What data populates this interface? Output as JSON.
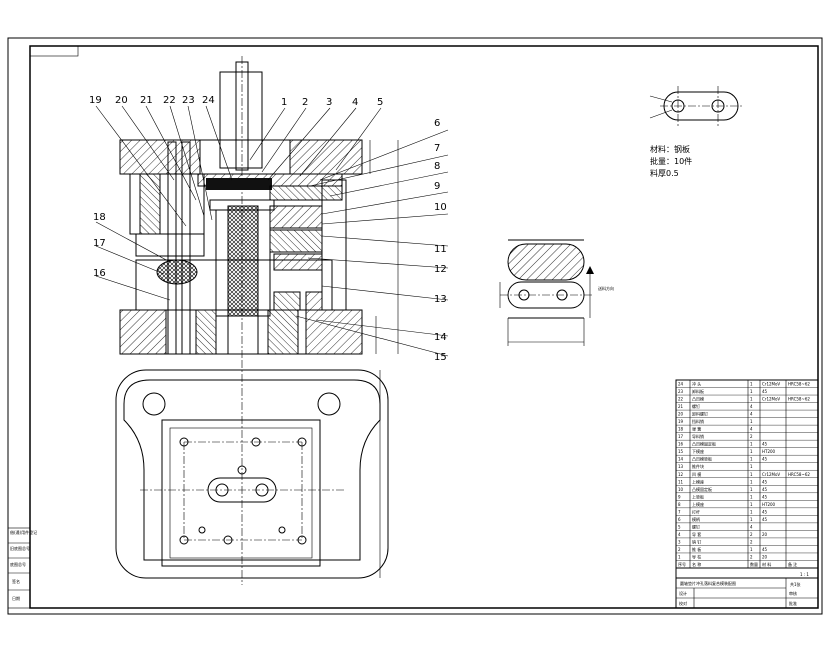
{
  "drawing": {
    "part_labels": [
      "1",
      "2",
      "3",
      "4",
      "5",
      "6",
      "7",
      "8",
      "9",
      "10",
      "11",
      "12",
      "13",
      "14",
      "15",
      "16",
      "17",
      "18",
      "19",
      "20",
      "21",
      "22",
      "23",
      "24"
    ],
    "part_material": "材料：钢板",
    "part_quantity": "批量：10件",
    "part_thickness": "料厚0.5",
    "strip_feed_label": "送料方向",
    "title_block_name": "圆轴垫片冲孔落料复合模装配图",
    "scale": "1 : 1",
    "sheet_info": "共1张",
    "left_stamp": [
      "借(通)用件登记",
      "旧底图总号",
      "底图总号",
      "签名",
      "日期"
    ]
  },
  "bom": {
    "header": [
      "序号",
      "名 称",
      "数量",
      "材 料",
      "备 注"
    ],
    "rows": [
      [
        "24",
        "冲 头",
        "1",
        "Cr12MoV",
        "HRC58~62"
      ],
      [
        "23",
        "卸料板",
        "1",
        "45",
        ""
      ],
      [
        "22",
        "凸凹模",
        "1",
        "Cr12MoV",
        "HRC58~62"
      ],
      [
        "21",
        "螺钉",
        "4",
        "",
        ""
      ],
      [
        "20",
        "卸料螺钉",
        "4",
        "",
        ""
      ],
      [
        "19",
        "挡料销",
        "1",
        "",
        ""
      ],
      [
        "18",
        "弹 簧",
        "4",
        "",
        ""
      ],
      [
        "17",
        "导料销",
        "2",
        "",
        ""
      ],
      [
        "16",
        "凸凹模固定板",
        "1",
        "45",
        ""
      ],
      [
        "15",
        "下模座",
        "1",
        "HT200",
        ""
      ],
      [
        "14",
        "凸凹模垫板",
        "1",
        "45",
        ""
      ],
      [
        "13",
        "推件块",
        "1",
        "",
        ""
      ],
      [
        "12",
        "凹 模",
        "1",
        "Cr12MoV",
        "HRC58~62"
      ],
      [
        "11",
        "上模座",
        "1",
        "45",
        ""
      ],
      [
        "10",
        "凸模固定板",
        "1",
        "45",
        ""
      ],
      [
        "9",
        "上垫板",
        "1",
        "45",
        ""
      ],
      [
        "8",
        "上模座",
        "1",
        "HT200",
        ""
      ],
      [
        "7",
        "打杆",
        "1",
        "45",
        ""
      ],
      [
        "6",
        "模柄",
        "1",
        "45",
        ""
      ],
      [
        "5",
        "螺钉",
        "4",
        "",
        ""
      ],
      [
        "4",
        "导 套",
        "2",
        "20",
        ""
      ],
      [
        "3",
        "销 钉",
        "2",
        "",
        ""
      ],
      [
        "2",
        "推 板",
        "1",
        "45",
        ""
      ],
      [
        "1",
        "导 柱",
        "2",
        "20",
        ""
      ]
    ],
    "footer": [
      "设计",
      "校对",
      "审核",
      "批准"
    ]
  }
}
